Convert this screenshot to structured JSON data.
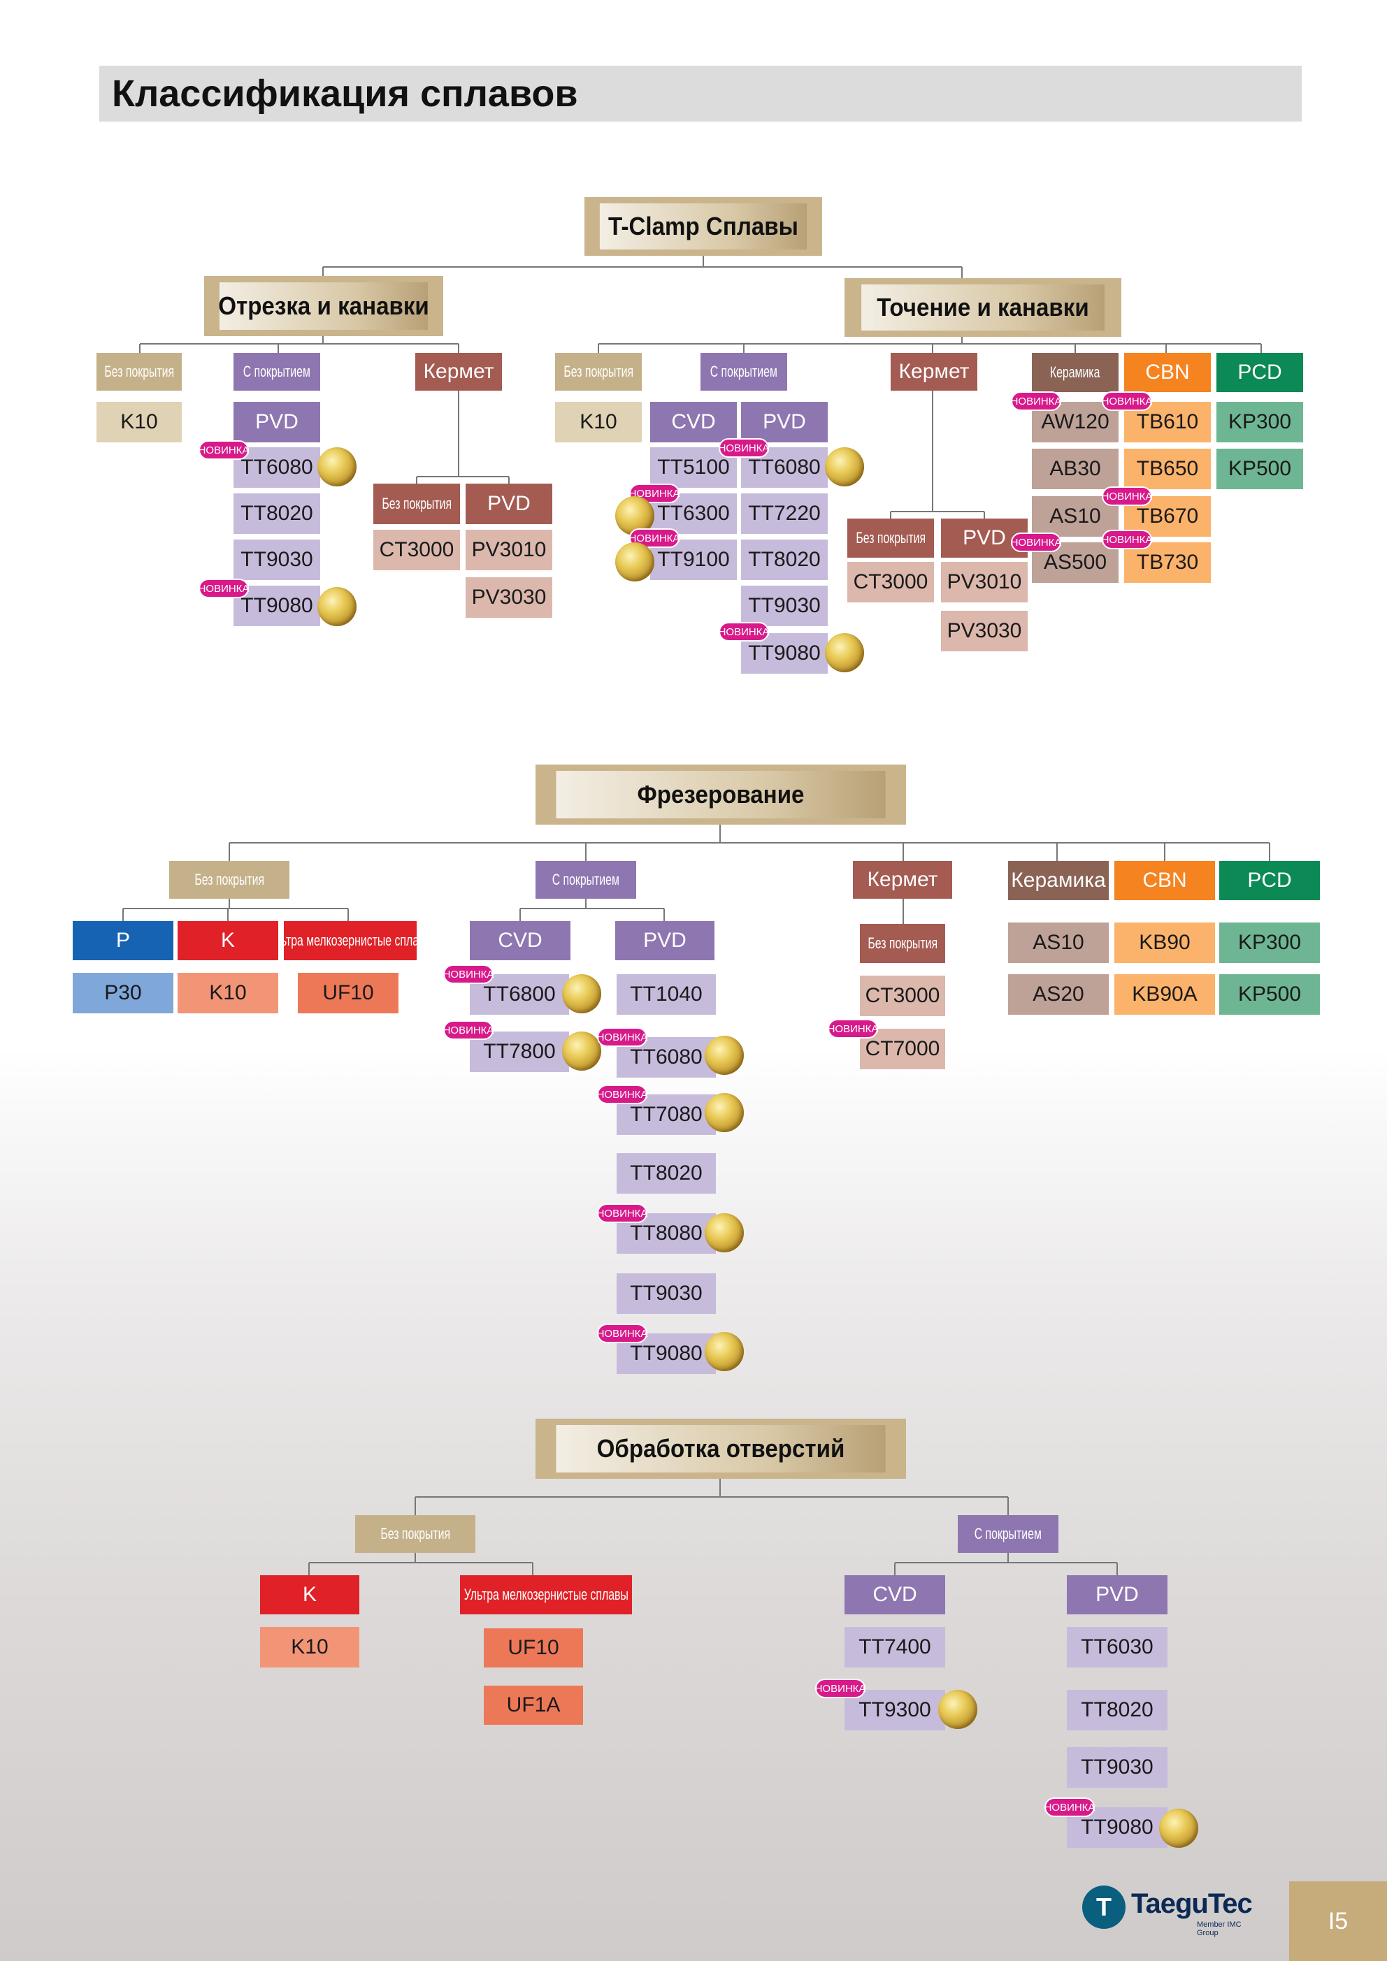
{
  "page_title": "Классификация сплавов",
  "page_number": "I5",
  "brand": {
    "name": "TaeguTec",
    "subtitle": "Member IMC Group"
  },
  "new_badge_label": "НОВИНКА",
  "colors": {
    "uncoated": "#c5b189",
    "uncoated_val": "#e0d2b4",
    "coated": "#8e76b0",
    "coated_val": "#c7bbdc",
    "cermet": "#a45b52",
    "cermet_val": "#dbb7ac",
    "ceramic": "#8a6355",
    "ceramic_val": "#bea197",
    "cbn": "#f5831f",
    "cbn_val": "#fbb26a",
    "pcd": "#0b8a55",
    "pcd_val": "#6eb693",
    "grade_p": "#1763b3",
    "grade_p_val": "#7fa7d9",
    "grade_k": "#e02127",
    "grade_k_val": "#f29576",
    "ultra": "#e02127",
    "ultra_val": "#ed7857"
  },
  "sections": {
    "tclamp": {
      "title": "T-Clamp Сплавы",
      "parting": {
        "title": "Отрезка и канавки",
        "uncoated": {
          "label": "Без покрытия",
          "grades": [
            "K10"
          ]
        },
        "coated": {
          "label": "С покрытием",
          "pvd_label": "PVD",
          "pvd": [
            "TT6080",
            "TT8020",
            "TT9030",
            "TT9080"
          ]
        },
        "cermet": {
          "label": "Кермет",
          "uncoated_label": "Без покрытия",
          "uncoated": [
            "CT3000"
          ],
          "pvd_label": "PVD",
          "pvd": [
            "PV3010",
            "PV3030"
          ]
        }
      },
      "turning": {
        "title": "Точение и канавки",
        "uncoated": {
          "label": "Без покрытия",
          "grades": [
            "K10"
          ]
        },
        "coated": {
          "label": "С покрытием",
          "cvd_label": "CVD",
          "cvd": [
            "TT5100",
            "TT6300",
            "TT9100"
          ],
          "pvd_label": "PVD",
          "pvd": [
            "TT6080",
            "TT7220",
            "TT8020",
            "TT9030",
            "TT9080"
          ]
        },
        "cermet": {
          "label": "Кермет",
          "uncoated_label": "Без покрытия",
          "uncoated": [
            "CT3000"
          ],
          "pvd_label": "PVD",
          "pvd": [
            "PV3010",
            "PV3030"
          ]
        },
        "ceramic": {
          "label": "Керамика",
          "grades": [
            "AW120",
            "AB30",
            "AS10",
            "AS500"
          ]
        },
        "cbn": {
          "label": "CBN",
          "grades": [
            "TB610",
            "TB650",
            "TB670",
            "TB730"
          ]
        },
        "pcd": {
          "label": "PCD",
          "grades": [
            "KP300",
            "KP500"
          ]
        }
      }
    },
    "milling": {
      "title": "Фрезерование",
      "uncoated": {
        "label": "Без покрытия",
        "p_label": "P",
        "p": [
          "P30"
        ],
        "k_label": "K",
        "k": [
          "K10"
        ],
        "ultra_label": "Ультра мелкозернистые сплавы",
        "ultra": [
          "UF10"
        ]
      },
      "coated": {
        "label": "С покрытием",
        "cvd_label": "CVD",
        "cvd": [
          "TT6800",
          "TT7800"
        ],
        "pvd_label": "PVD",
        "pvd": [
          "TT1040",
          "TT6080",
          "TT7080",
          "TT8020",
          "TT8080",
          "TT9030",
          "TT9080"
        ]
      },
      "cermet": {
        "label": "Кермет",
        "uncoated_label": "Без покрытия",
        "grades": [
          "CT3000",
          "CT7000"
        ]
      },
      "ceramic": {
        "label": "Керамика",
        "grades": [
          "AS10",
          "AS20"
        ]
      },
      "cbn": {
        "label": "CBN",
        "grades": [
          "KB90",
          "KB90A"
        ]
      },
      "pcd": {
        "label": "PCD",
        "grades": [
          "KP300",
          "KP500"
        ]
      }
    },
    "holemaking": {
      "title": "Обработка отверстий",
      "uncoated": {
        "label": "Без покрытия",
        "k_label": "K",
        "k": [
          "K10"
        ],
        "ultra_label": "Ультра мелкозернистые сплавы",
        "ultra": [
          "UF10",
          "UF1A"
        ]
      },
      "coated": {
        "label": "С покрытием",
        "cvd_label": "CVD",
        "cvd": [
          "TT7400",
          "TT9300"
        ],
        "pvd_label": "PVD",
        "pvd": [
          "TT6030",
          "TT8020",
          "TT9030",
          "TT9080"
        ]
      }
    }
  }
}
